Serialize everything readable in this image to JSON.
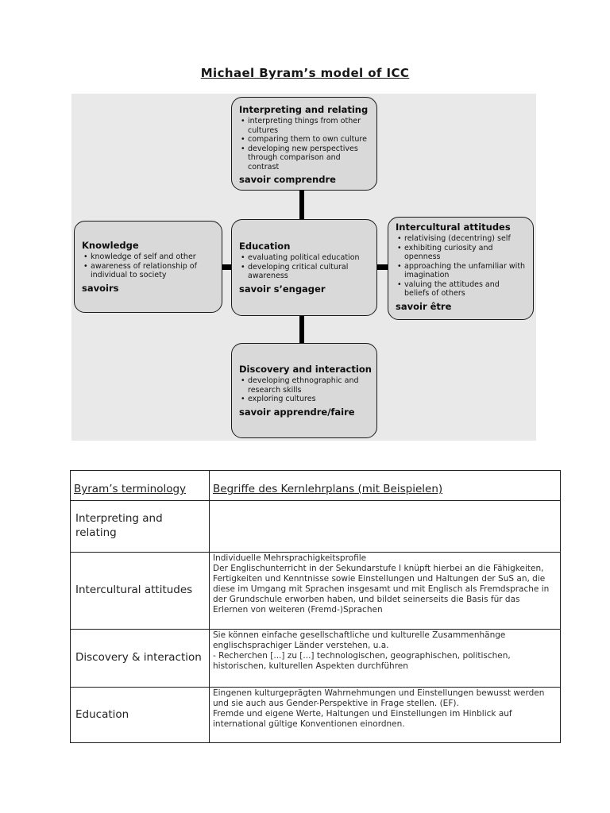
{
  "page": {
    "title": "Michael Byram’s model of ICC"
  },
  "colors": {
    "diagram_background": "#e9e9e9",
    "box_fill": "#d9d9d9",
    "box_border": "#1a1a1a",
    "connector": "#000000",
    "page_background": "#ffffff",
    "text": "#111111"
  },
  "diagram": {
    "boxes": [
      {
        "title": "Interpreting and relating",
        "bullets": [
          "interpreting things from other cultures",
          "comparing them to own culture",
          "developing new perspectives through comparison and contrast"
        ],
        "footer": "savoir comprendre"
      },
      {
        "title": "Knowledge",
        "bullets": [
          "knowledge of self and other",
          "awareness of relationship of individual to society"
        ],
        "footer": "savoirs"
      },
      {
        "title": "Education",
        "bullets": [
          "evaluating political education",
          "developing critical cultural awareness"
        ],
        "footer": "savoir s’engager"
      },
      {
        "title": "Intercultural attitudes",
        "bullets": [
          "relativising (decentring) self",
          "exhibiting curiosity and openness",
          "approaching the unfamiliar with imagination",
          "valuing the attitudes and beliefs of others"
        ],
        "footer": "savoir être"
      },
      {
        "title": "Discovery and interaction",
        "bullets": [
          "developing ethnographic and research skills",
          "exploring cultures"
        ],
        "footer": "savoir apprendre/faire"
      }
    ]
  },
  "table": {
    "headers": [
      "Byram’s terminology",
      "Begriffe des Kernlehrplans (mit Beispielen)"
    ],
    "rows": [
      {
        "term": "Interpreting and relating",
        "description": ""
      },
      {
        "term": "Intercultural attitudes",
        "description": "Individuelle Mehrsprachigkeitsprofile\nDer Englischunterricht in der Sekundarstufe I knüpft hierbei an die Fähigkeiten, Fertigkeiten und Kenntnisse sowie Einstellungen und Haltungen der SuS an, die diese im Umgang mit Sprachen insgesamt und mit Englisch als Fremdsprache in der Grundschule erworben haben, und bildet seinerseits die Basis für das Erlernen von weiteren (Fremd-)Sprachen"
      },
      {
        "term": "Discovery & interaction",
        "description": "Sie können einfache gesellschaftliche und kulturelle Zusammenhänge englischsprachiger Länder verstehen, u.a.\n- Recherchen [...] zu [...] technologischen, geographischen, politischen, historischen, kulturellen Aspekten durchführen"
      },
      {
        "term": "Education",
        "description": "Eingenen kulturgeprägten Wahrnehmungen und Einstellungen bewusst werden und sie auch aus Gender-Perspektive in Frage stellen. (EF).\nFremde und eigene Werte, Haltungen und Einstellungen im Hinblick auf international gültige Konventionen einordnen."
      }
    ]
  }
}
